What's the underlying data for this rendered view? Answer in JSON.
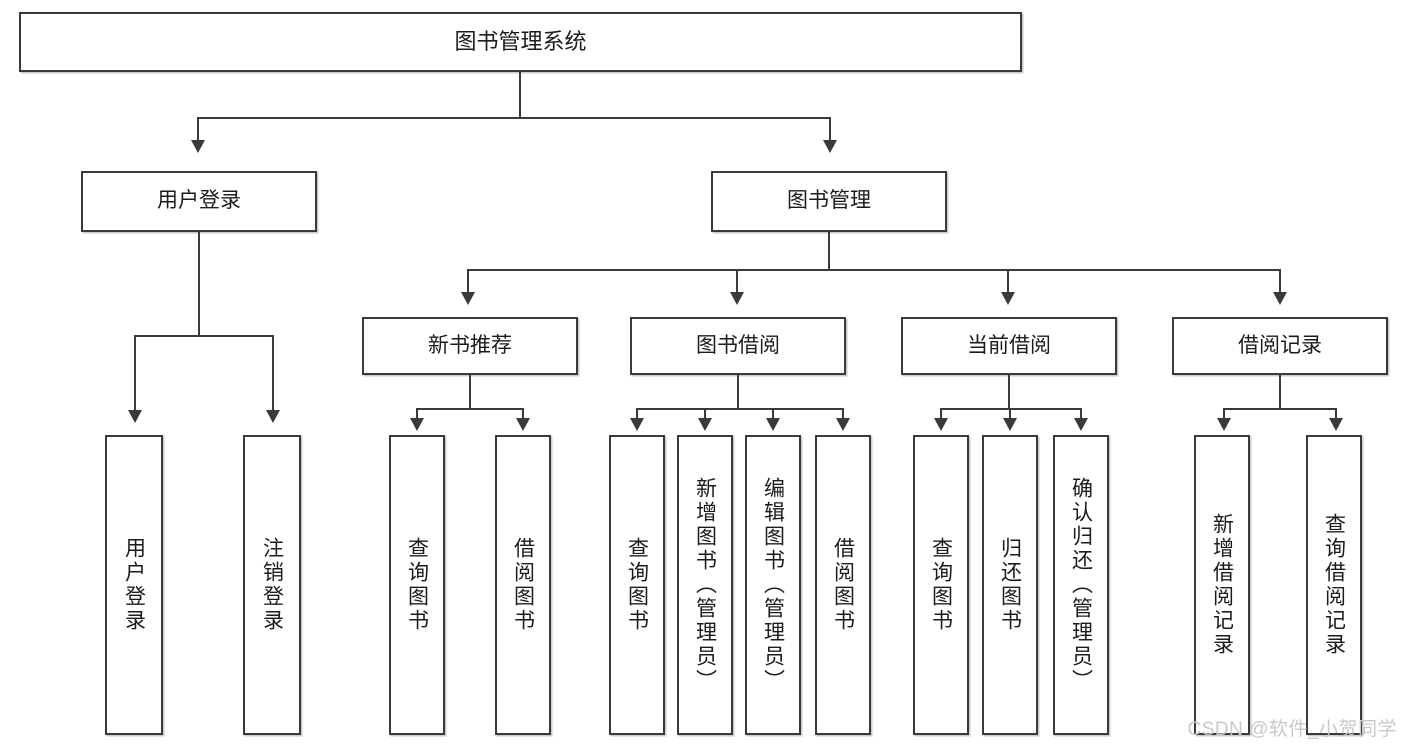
{
  "diagram": {
    "type": "tree-hierarchy-chart",
    "title": "图书管理系统",
    "watermark": "CSDN @软件_小贺同学",
    "colors": {
      "border": "#3a3a3a",
      "text": "#1c1c1c",
      "background": "#ffffff",
      "watermark": "#c9c9c9"
    },
    "levels": {
      "level1": [
        {
          "id": "root",
          "label": "图书管理系统"
        }
      ],
      "level2": [
        {
          "id": "user-login",
          "label": "用户登录",
          "parent": "root"
        },
        {
          "id": "book-manage",
          "label": "图书管理",
          "parent": "root"
        }
      ],
      "level3": [
        {
          "id": "new-book-rec",
          "label": "新书推荐",
          "parent": "book-manage"
        },
        {
          "id": "book-borrow",
          "label": "图书借阅",
          "parent": "book-manage"
        },
        {
          "id": "current-borrow",
          "label": "当前借阅",
          "parent": "book-manage"
        },
        {
          "id": "borrow-record",
          "label": "借阅记录",
          "parent": "book-manage"
        }
      ],
      "leaves": [
        {
          "id": "leaf-user-login",
          "label": "用户登录",
          "parent": "user-login"
        },
        {
          "id": "leaf-logout",
          "label": "注销登录",
          "parent": "user-login"
        },
        {
          "id": "leaf-query-book-1",
          "label": "查询图书",
          "parent": "new-book-rec"
        },
        {
          "id": "leaf-borrow-book-1",
          "label": "借阅图书",
          "parent": "new-book-rec"
        },
        {
          "id": "leaf-query-book-2",
          "label": "查询图书",
          "parent": "book-borrow"
        },
        {
          "id": "leaf-add-book",
          "label": "新增图书（管理员）",
          "parent": "book-borrow"
        },
        {
          "id": "leaf-edit-book",
          "label": "编辑图书（管理员）",
          "parent": "book-borrow"
        },
        {
          "id": "leaf-borrow-book-2",
          "label": "借阅图书",
          "parent": "book-borrow"
        },
        {
          "id": "leaf-query-book-3",
          "label": "查询图书",
          "parent": "current-borrow"
        },
        {
          "id": "leaf-return-book",
          "label": "归还图书",
          "parent": "current-borrow"
        },
        {
          "id": "leaf-confirm-return",
          "label": "确认归还（管理员）",
          "parent": "current-borrow"
        },
        {
          "id": "leaf-add-record",
          "label": "新增借阅记录",
          "parent": "borrow-record"
        },
        {
          "id": "leaf-query-record",
          "label": "查询借阅记录",
          "parent": "borrow-record"
        }
      ]
    }
  }
}
